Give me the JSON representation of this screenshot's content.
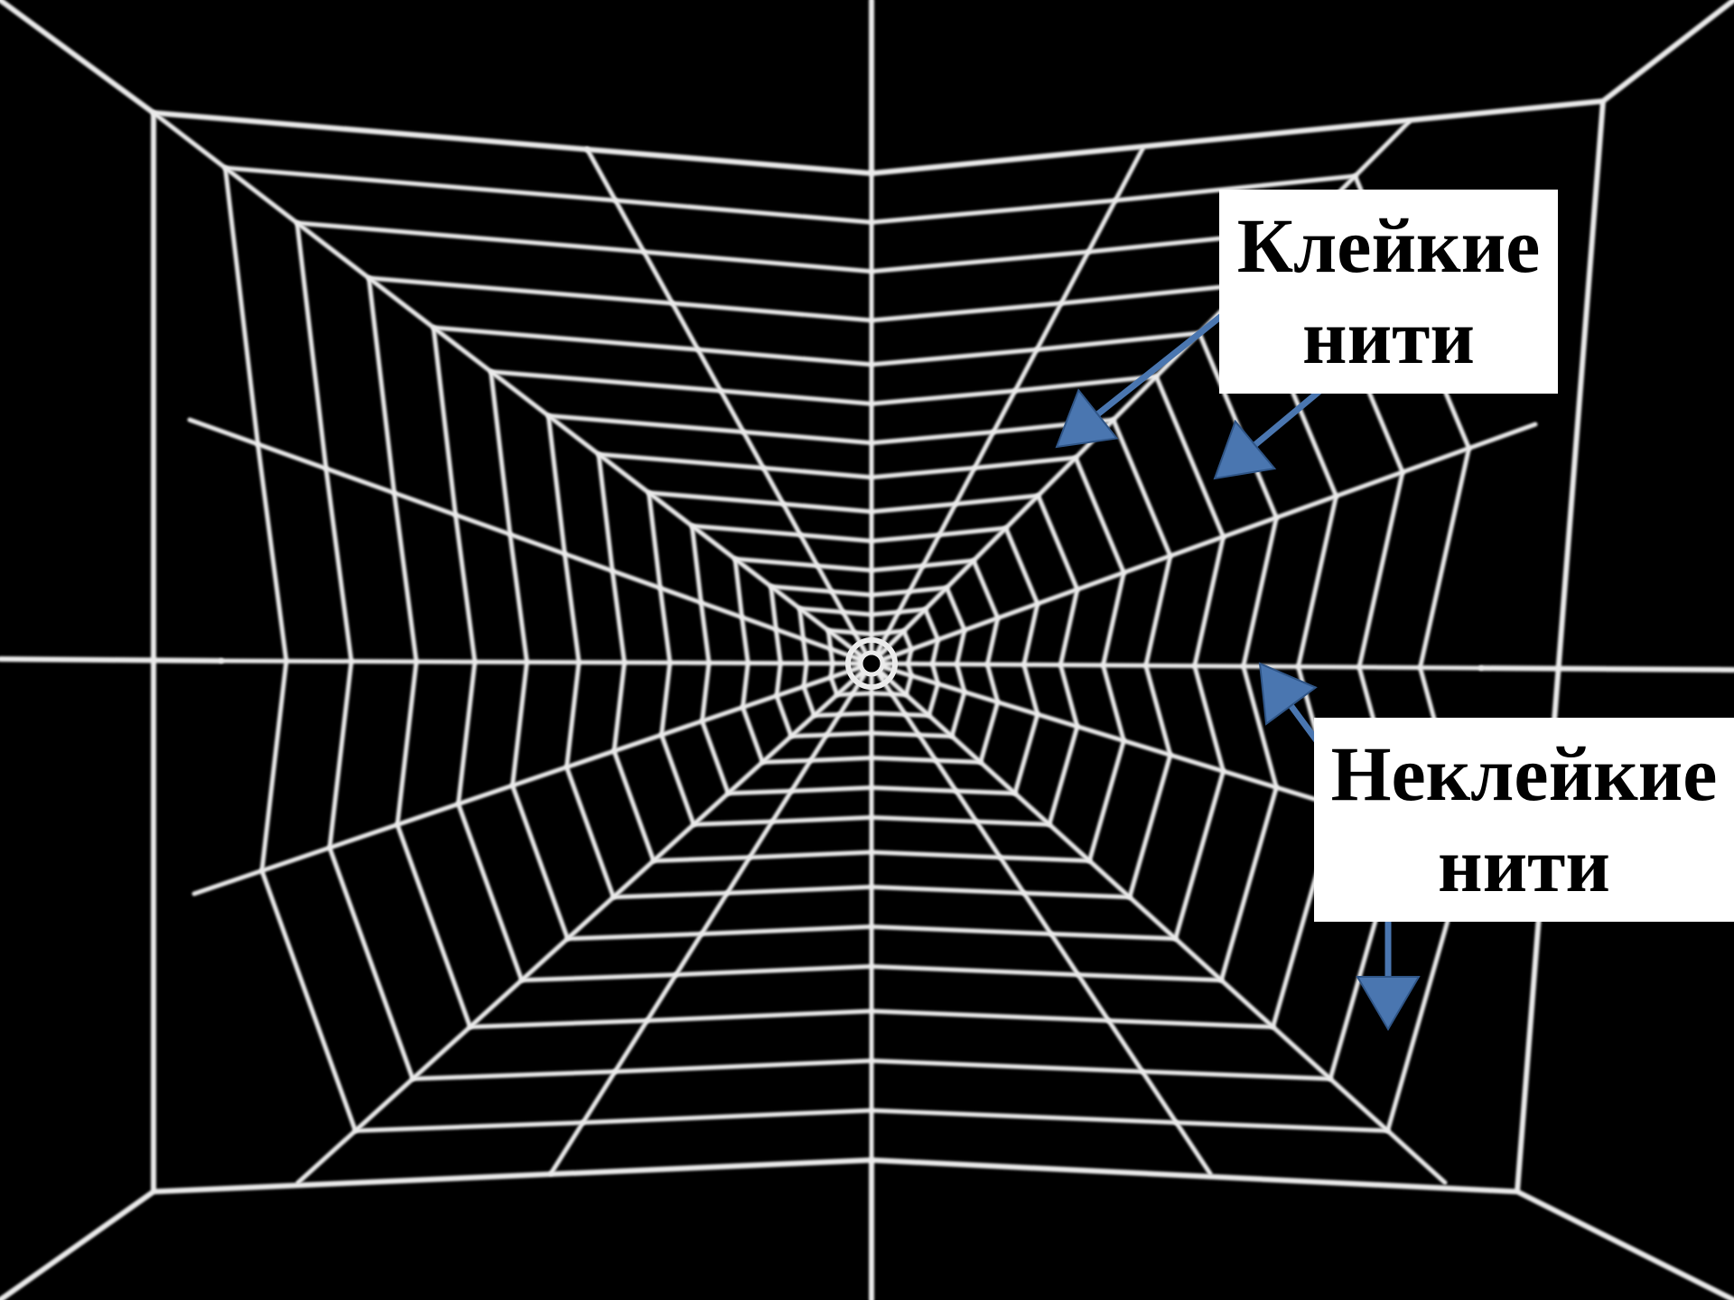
{
  "labels": {
    "sticky": {
      "line1": "Клейкие",
      "line2": "нити"
    },
    "nonsticky": {
      "line1": "Неклейкие",
      "line2": "нити"
    }
  },
  "colors": {
    "background": "#000000",
    "silk": "#ebebeb",
    "arrow": "#4a76b0",
    "arrow_outline": "#2f5587",
    "label_bg": "#ffffff",
    "label_text": "#000000"
  }
}
